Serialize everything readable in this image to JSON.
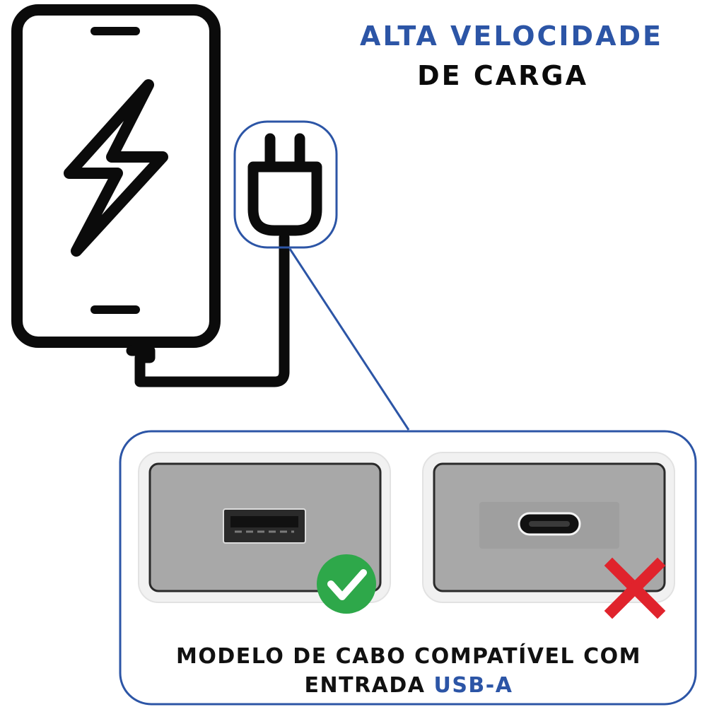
{
  "headline": {
    "line1": "ALTA VELOCIDADE",
    "line2": "DE CARGA"
  },
  "caption": {
    "line1": "MODELO DE CABO COMPATÍVEL COM",
    "line2_prefix": "ENTRADA ",
    "line2_highlight": "USB-A"
  },
  "ports": [
    {
      "type": "USB-A",
      "compatible": true,
      "badge_icon": "check-icon"
    },
    {
      "type": "USB-C",
      "compatible": false,
      "badge_icon": "cross-icon"
    }
  ],
  "colors": {
    "accent_blue": "#2c55a6",
    "outline_black": "#0b0b0b",
    "check_green": "#2ea84a",
    "cross_red": "#e0232c",
    "adapter_gray": "#a8a8a8"
  }
}
